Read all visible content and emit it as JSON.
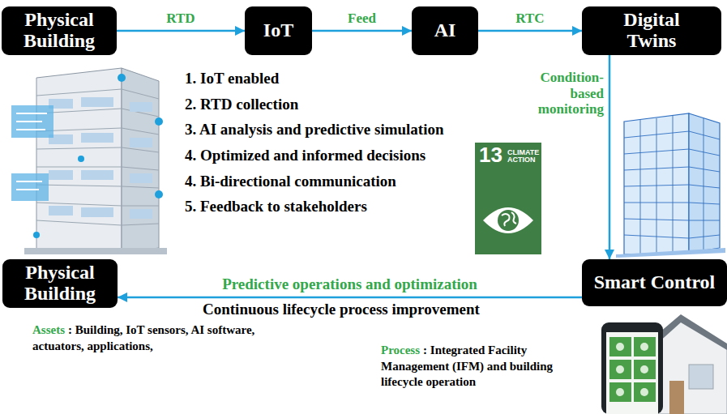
{
  "diagram": {
    "nodes": [
      {
        "text": [
          "Physical Building"
        ]
      },
      {
        "text": [
          "IoT"
        ]
      },
      {
        "text": [
          "AI"
        ]
      },
      {
        "text": [
          "Digital Twins"
        ]
      },
      {
        "text": [
          "Smart Control"
        ]
      },
      {
        "text": [
          "Physical Building"
        ]
      }
    ],
    "edges": [
      {
        "from": 0,
        "to": 1,
        "label": "RTD",
        "arrow": "to"
      },
      {
        "from": 1,
        "to": 2,
        "label": "Feed",
        "arrow": "to"
      },
      {
        "from": 2,
        "to": 3,
        "label": "RTC",
        "arrow": "to"
      },
      {
        "from": 3,
        "to": 4,
        "label": "Condition-based monitoring",
        "arrow": "to"
      },
      {
        "from": 4,
        "to": 5,
        "label": "Predictive operations and optimization",
        "arrow": "to"
      }
    ],
    "labels": [
      "1. IoT enabled",
      "2. RTD collection",
      "3. AI analysis and predictive simulation",
      "4. Optimized and informed decisions",
      "4. Bi-directional communication",
      "5. Feedback to stakeholders",
      "13",
      "CLIMATE ACTION",
      "Continuous lifecycle process improvement",
      "Assets",
      ": Building, IoT sensors, AI software, actuators, applications,",
      "Process",
      ": Integrated Facility Management (IFM) and building lifecycle operation"
    ]
  }
}
